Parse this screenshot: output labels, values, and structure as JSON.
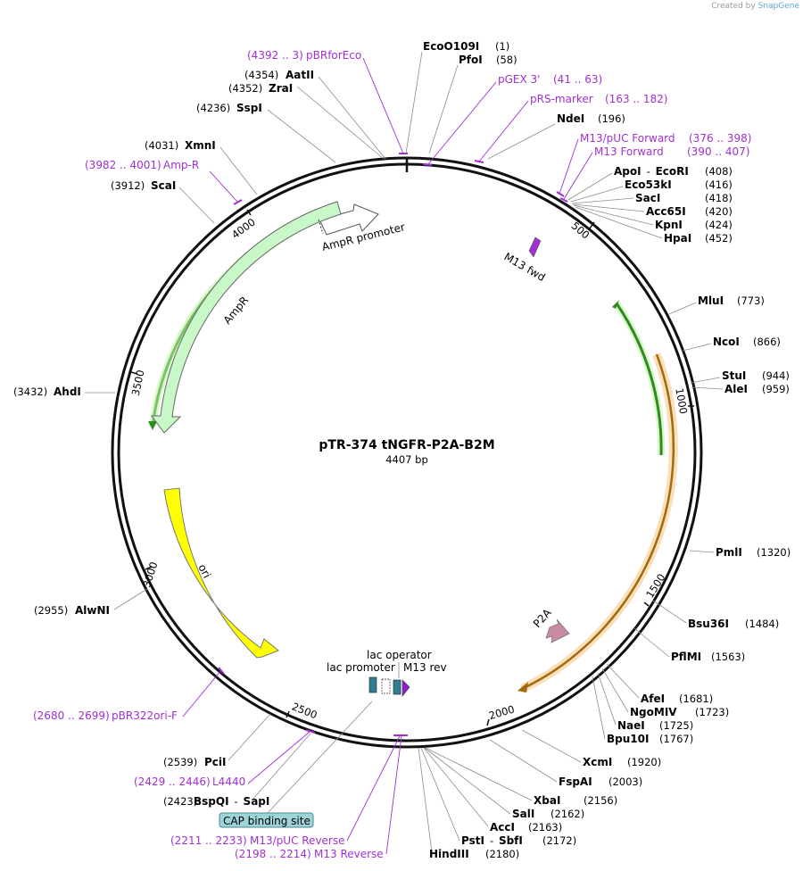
{
  "credit": {
    "prefix": "Created by",
    "brand": "SnapGene"
  },
  "title": "pTR-374 tNGFR-P2A-B2M",
  "size_label": "4407 bp",
  "total_bp": 4407,
  "colors": {
    "backbone": "#111111",
    "amp": "#c8f7c8",
    "amp_stroke": "#555555",
    "ori": "#ffff00",
    "p2a": "#c98aa4",
    "primer": "#a030d0",
    "green_arc": "#2f8a1f",
    "orange_arc": "#d08a2a",
    "lac": "#2e7d94",
    "cap": "#9dd4d8"
  },
  "ticks": [
    {
      "label": "500",
      "bp": 500
    },
    {
      "label": "1000",
      "bp": 1000
    },
    {
      "label": "1500",
      "bp": 1500
    },
    {
      "label": "2000",
      "bp": 2000
    },
    {
      "label": "2500",
      "bp": 2500
    },
    {
      "label": "3000",
      "bp": 3000
    },
    {
      "label": "3500",
      "bp": 3500
    },
    {
      "label": "4000",
      "bp": 4000
    }
  ],
  "enzymes": [
    {
      "name": "EcoO109I",
      "pos": "(1)"
    },
    {
      "name": "PfoI",
      "pos": "(58)"
    },
    {
      "name": "NdeI",
      "pos": "(196)"
    },
    {
      "name": "ApoI",
      "name2": "EcoRI",
      "pos": "(408)"
    },
    {
      "name": "Eco53kI",
      "pos": "(416)"
    },
    {
      "name": "SacI",
      "pos": "(418)"
    },
    {
      "name": "Acc65I",
      "pos": "(420)"
    },
    {
      "name": "KpnI",
      "pos": "(424)"
    },
    {
      "name": "HpaI",
      "pos": "(452)"
    },
    {
      "name": "MluI",
      "pos": "(773)"
    },
    {
      "name": "NcoI",
      "pos": "(866)"
    },
    {
      "name": "StuI",
      "pos": "(944)"
    },
    {
      "name": "AleI",
      "pos": "(959)"
    },
    {
      "name": "PmlI",
      "pos": "(1320)"
    },
    {
      "name": "Bsu36I",
      "pos": "(1484)"
    },
    {
      "name": "PflMI",
      "pos": "(1563)"
    },
    {
      "name": "AfeI",
      "pos": "(1681)"
    },
    {
      "name": "NgoMIV",
      "pos": "(1723)"
    },
    {
      "name": "NaeI",
      "pos": "(1725)"
    },
    {
      "name": "Bpu10I",
      "pos": "(1767)"
    },
    {
      "name": "XcmI",
      "pos": "(1920)"
    },
    {
      "name": "FspAI",
      "pos": "(2003)"
    },
    {
      "name": "XbaI",
      "pos": "(2156)"
    },
    {
      "name": "SalI",
      "pos": "(2162)"
    },
    {
      "name": "AccI",
      "pos": "(2163)"
    },
    {
      "name": "PstI",
      "name2": "SbfI",
      "pos": "(2172)"
    },
    {
      "name": "HindIII",
      "pos": "(2180)"
    },
    {
      "name": "BspQI",
      "name2": "SapI",
      "pos": "(2423)"
    },
    {
      "name": "PciI",
      "pos": "(2539)"
    },
    {
      "name": "AlwNI",
      "pos": "(2955)"
    },
    {
      "name": "AhdI",
      "pos": "(3432)"
    },
    {
      "name": "ScaI",
      "pos": "(3912)"
    },
    {
      "name": "XmnI",
      "pos": "(4031)"
    },
    {
      "name": "SspI",
      "pos": "(4236)"
    },
    {
      "name": "ZraI",
      "pos": "(4352)"
    },
    {
      "name": "AatII",
      "pos": "(4354)"
    }
  ],
  "primers": [
    {
      "name": "pBRforEco",
      "range": "(4392 .. 3)"
    },
    {
      "name": "pGEX 3'",
      "range": "(41 .. 63)"
    },
    {
      "name": "pRS-marker",
      "range": "(163 .. 182)"
    },
    {
      "name": "M13/pUC Forward",
      "range": "(376 .. 398)"
    },
    {
      "name": "M13 Forward",
      "range": "(390 .. 407)"
    },
    {
      "name": "Amp-R",
      "range": "(3982 .. 4001)"
    },
    {
      "name": "pBR322ori-F",
      "range": "(2680 .. 2699)"
    },
    {
      "name": "L4440",
      "range": "(2429 .. 2446)"
    },
    {
      "name": "M13/pUC Reverse",
      "range": "(2211 .. 2233)"
    },
    {
      "name": "M13 Reverse",
      "range": "(2198 .. 2214)"
    }
  ],
  "features": [
    {
      "name": "AmpR promoter"
    },
    {
      "name": "AmpR"
    },
    {
      "name": "ori"
    },
    {
      "name": "M13 fwd"
    },
    {
      "name": "P2A"
    },
    {
      "name": "lac operator"
    },
    {
      "name": "lac promoter"
    },
    {
      "name": "M13 rev"
    },
    {
      "name": "CAP binding site"
    }
  ]
}
